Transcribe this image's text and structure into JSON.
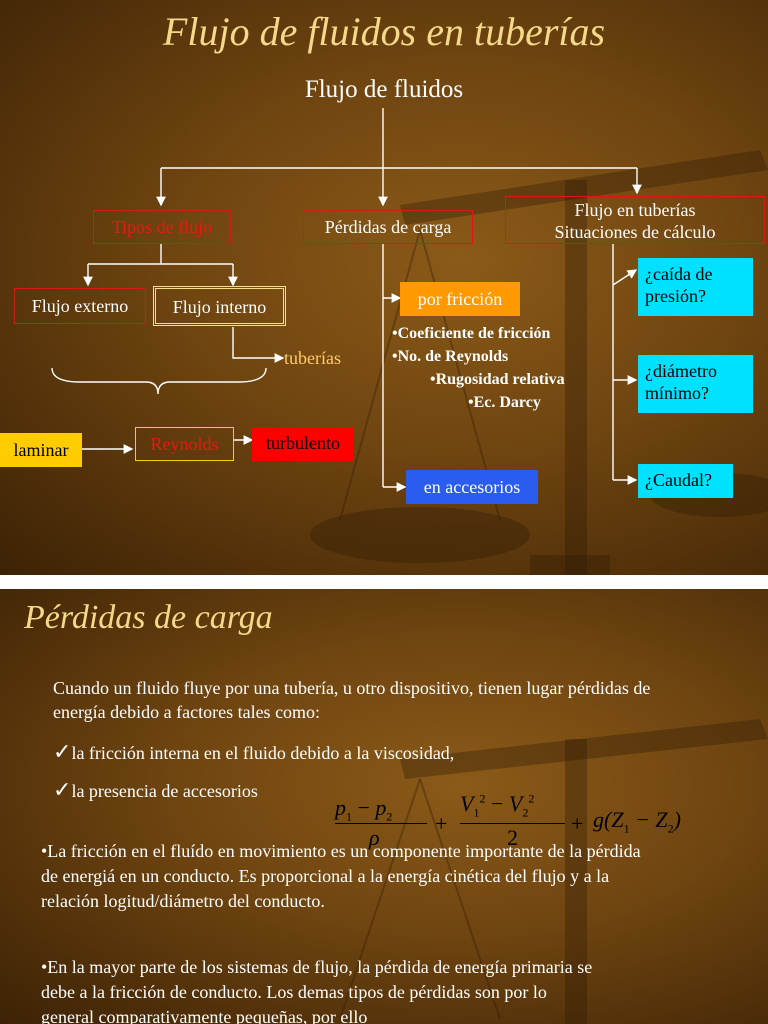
{
  "slide1": {
    "title": "Flujo de fluidos en tuberías",
    "root": "Flujo de fluidos",
    "tipos": "Tipos de flujo",
    "perdidas": "Pérdidas de carga",
    "calc_line1": "Flujo en tuberías",
    "calc_line2": "Situaciones de cálculo",
    "externo": "Flujo externo",
    "interno": "Flujo interno",
    "tuberias": "tuberías",
    "laminar": "laminar",
    "reynolds": "Reynolds",
    "turbulento": "turbulento",
    "por_friccion": "por fricción",
    "friccion_items": [
      "•Coeficiente de fricción",
      "•No. de Reynolds",
      "•Rugosidad relativa",
      "•Ec. Darcy"
    ],
    "accesorios": "en accesorios",
    "q1_line1": "¿caída de",
    "q1_line2": "presión?",
    "q2_line1": "¿diámetro",
    "q2_line2": "mínimo?",
    "q3": "¿Caudal?",
    "colors": {
      "orange": "#ff9900",
      "cyan": "#00e1ff",
      "blue": "#2a5cf0",
      "red": "#ff0000",
      "yellow": "#ffcc00",
      "title": "#f5d98a"
    }
  },
  "slide2": {
    "title": "Pérdidas de carga",
    "intro": "Cuando un fluido fluye por una tubería, u otro dispositivo, tienen lugar pérdidas de energía debido a factores tales como:",
    "check1": "la fricción interna en el fluido debido a la viscosidad,",
    "check2": "la presencia de accesorios",
    "check_symbol": "✓",
    "para1": "•La fricción en el fluído en movimiento es un componente importante de la pérdida de energiá en un conducto. Es proporcional a la energía cinética del flujo y a la relación logitud/diámetro del conducto.",
    "para2": "•En la mayor parte de los sistemas de flujo, la pérdida de energía primaria se debe a la fricción de conducto. Los demas tipos de pérdidas son por lo general comparativamente pequeñas, por ello",
    "formula": {
      "p1": "p",
      "p1_sub": "1",
      "minus": "−",
      "p2": "p",
      "p2_sub": "2",
      "rho": "ρ",
      "plus": "+",
      "v1": "V",
      "v1_sub": "1",
      "v1_sup": "2",
      "v2": "V",
      "v2_sub": "2",
      "v2_sup": "2",
      "two": "2",
      "g_term": "g(Z",
      "z1_sub": "1",
      "z_mid": " − Z",
      "z2_sub": "2",
      "close": ")"
    }
  }
}
